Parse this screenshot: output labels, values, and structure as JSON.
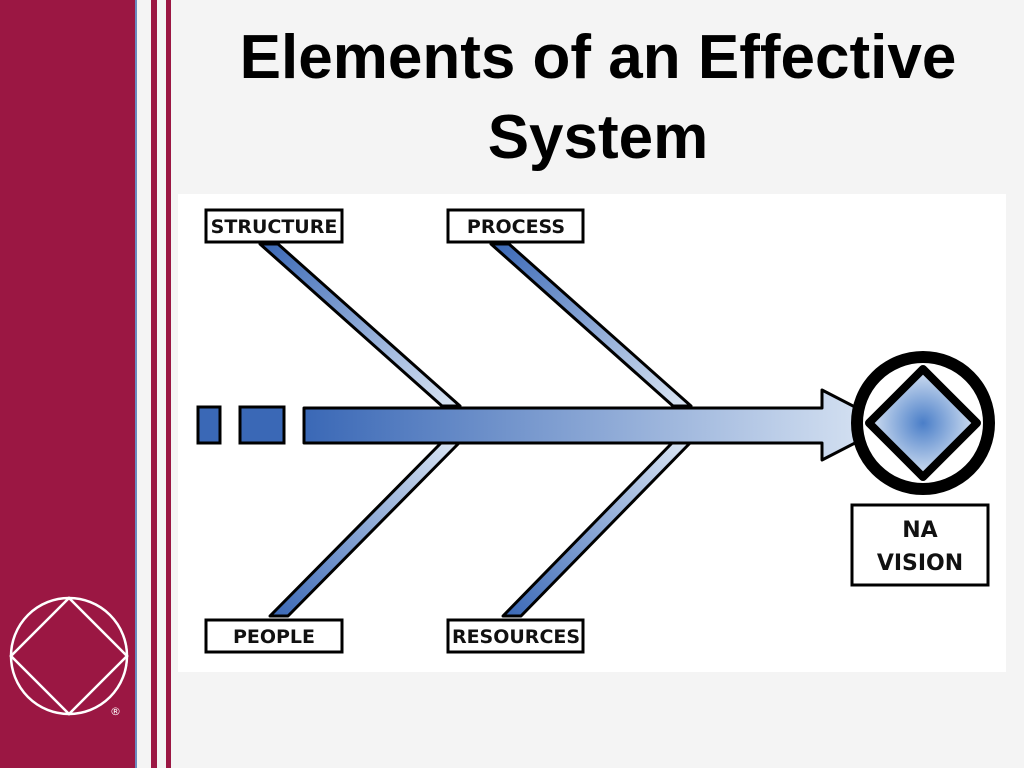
{
  "slide": {
    "title": "Elements of an Effective System",
    "colors": {
      "band": "#9b1743",
      "band_edge": "#6b8bbf",
      "arrow_dark": "#3a68b6",
      "arrow_light": "#dbe6f4",
      "outline": "#000000"
    },
    "logo": {
      "icon": "na-logo-icon",
      "mark": "®"
    }
  },
  "diagram": {
    "type": "fishbone",
    "labels": {
      "structure": "STRUCTURE",
      "process": "PROCESS",
      "people": "PEOPLE",
      "resources": "RESOURCES",
      "vision_line1": "NA",
      "vision_line2": "VISION"
    },
    "goal_icon": "na-symbol-icon"
  }
}
